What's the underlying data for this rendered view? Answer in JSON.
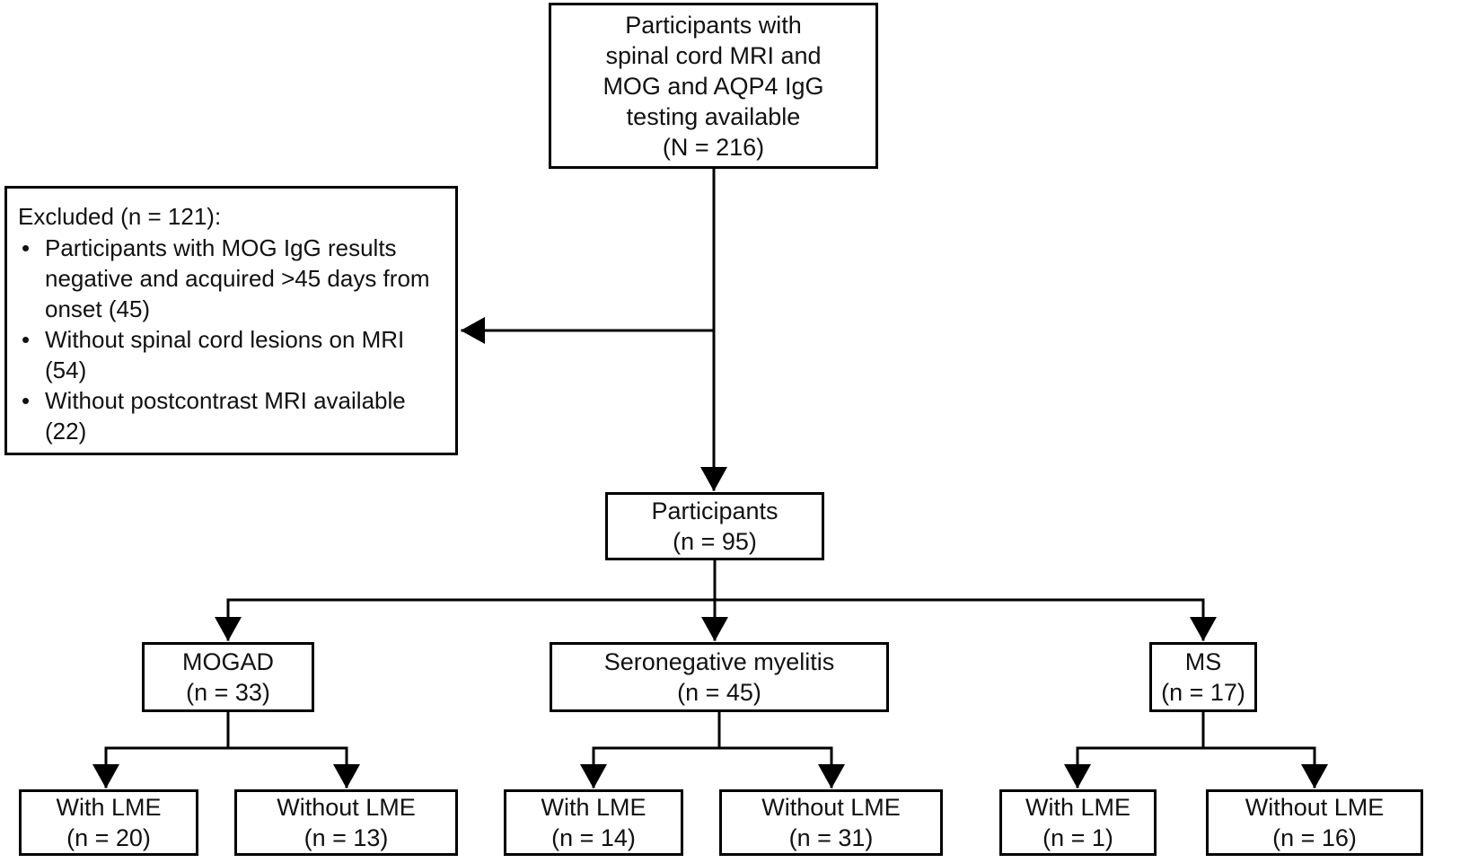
{
  "figure": {
    "background": "#ffffff",
    "line_color": "#000000",
    "text_color": "#111111"
  },
  "nodes": {
    "enrollment": {
      "lines": [
        "Participants with",
        "spinal cord MRI and",
        "MOG and AQP4 IgG",
        "testing available",
        "(N = 216)"
      ]
    },
    "excluded": {
      "title": "Excluded (n = 121):",
      "bullet": "•",
      "items": [
        "Participants with MOG IgG results negative and acquired >45 days from onset (45)",
        "Without spinal cord lesions on MRI (54)",
        "Without postcontrast MRI available (22)"
      ]
    },
    "participants": {
      "lines": [
        "Participants",
        "(n = 95)"
      ]
    },
    "mogad": {
      "lines": [
        "MOGAD",
        "(n = 33)"
      ]
    },
    "seronegative": {
      "lines": [
        "Seronegative myelitis",
        "(n = 45)"
      ]
    },
    "ms": {
      "lines": [
        "MS",
        "(n = 17)"
      ]
    },
    "mogad_with_lme": {
      "lines": [
        "With LME",
        "(n = 20)"
      ]
    },
    "mogad_without_lme": {
      "lines": [
        "Without LME",
        "(n = 13)"
      ]
    },
    "sero_with_lme": {
      "lines": [
        "With LME",
        "(n = 14)"
      ]
    },
    "sero_without_lme": {
      "lines": [
        "Without LME",
        "(n = 31)"
      ]
    },
    "ms_with_lme": {
      "lines": [
        "With LME",
        "(n = 1)"
      ]
    },
    "ms_without_lme": {
      "lines": [
        "Without LME",
        "(n = 16)"
      ]
    }
  }
}
